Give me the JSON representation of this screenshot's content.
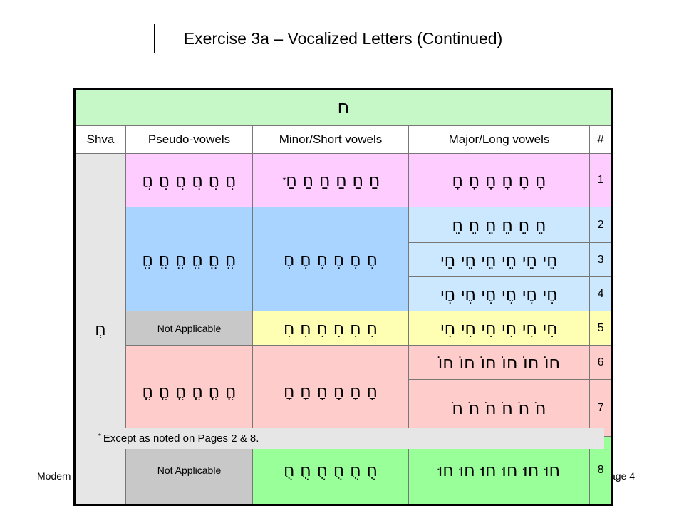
{
  "title": "Exercise 3a – Vocalized Letters (Continued)",
  "footer": {
    "left": "Modern",
    "right": "age 4"
  },
  "table": {
    "letter": "ח",
    "headers": {
      "shva": "Shva",
      "pseudo": "Pseudo-vowels",
      "minor": "Minor/Short vowels",
      "major": "Major/Long vowels",
      "num": "#"
    },
    "shva_cell": "חְ",
    "rows": {
      "r1": {
        "num": "1",
        "major": "חָ חָ חָ חָ חָ חָ",
        "minor": "חַ חַ חַ חַ חַ חַ",
        "minor_mark": "*",
        "pseudo": "חֲ חֲ חֲ חֲ חֲ חֲ"
      },
      "r2": {
        "num": "2",
        "major": "חֵ חֵ חֵ חֵ חֵ חֵ",
        "minor": "חֶ חֶ חֶ חֶ חֶ חֶ",
        "pseudo": "חֱ חֱ חֱ חֱ חֱ חֱ"
      },
      "r3": {
        "num": "3",
        "major": "חֵי חֵי חֵי חֵי חֵי חֵי"
      },
      "r4": {
        "num": "4",
        "major": "חֶי חֶי חֶי חֶי חֶי חֶי"
      },
      "r5": {
        "num": "5",
        "major": "חִי חִי חִי חִי חִי חִי",
        "minor": "חִ חִ חִ חִ חִ חִ",
        "pseudo": "Not Applicable"
      },
      "r6": {
        "num": "6",
        "major": "חוֹ חוֹ חוֹ חוֹ חוֹ חוֹ",
        "minor": "חָ חָ חָ חָ חָ חָ",
        "pseudo": "חֳ חֳ חֳ חֳ חֳ חֳ"
      },
      "r7": {
        "num": "7",
        "major": "חֹ חֹ חֹ חֹ חֹ חֹ"
      },
      "r8": {
        "num": "8",
        "major": "חוּ חוּ חוּ חוּ חוּ חוּ",
        "minor": "חֻ חֻ חֻ חֻ חֻ חֻ",
        "pseudo": "Not Applicable"
      }
    }
  },
  "note": {
    "mark": "*",
    "text": "Except as noted on Pages 2 & 8."
  }
}
